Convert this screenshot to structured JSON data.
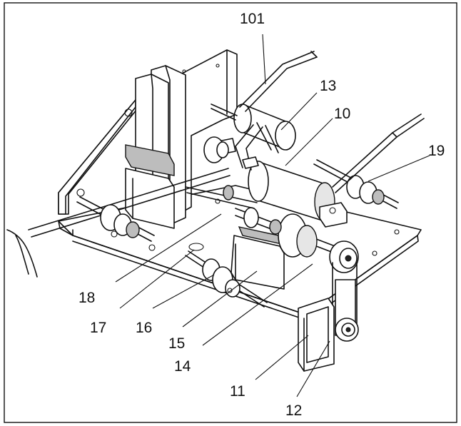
{
  "labels": {
    "l101": "101",
    "l13": "13",
    "l10": "10",
    "l19": "19",
    "l18": "18",
    "l17": "17",
    "l16": "16",
    "l15": "15",
    "l14": "14",
    "l11": "11",
    "l12": "12"
  }
}
